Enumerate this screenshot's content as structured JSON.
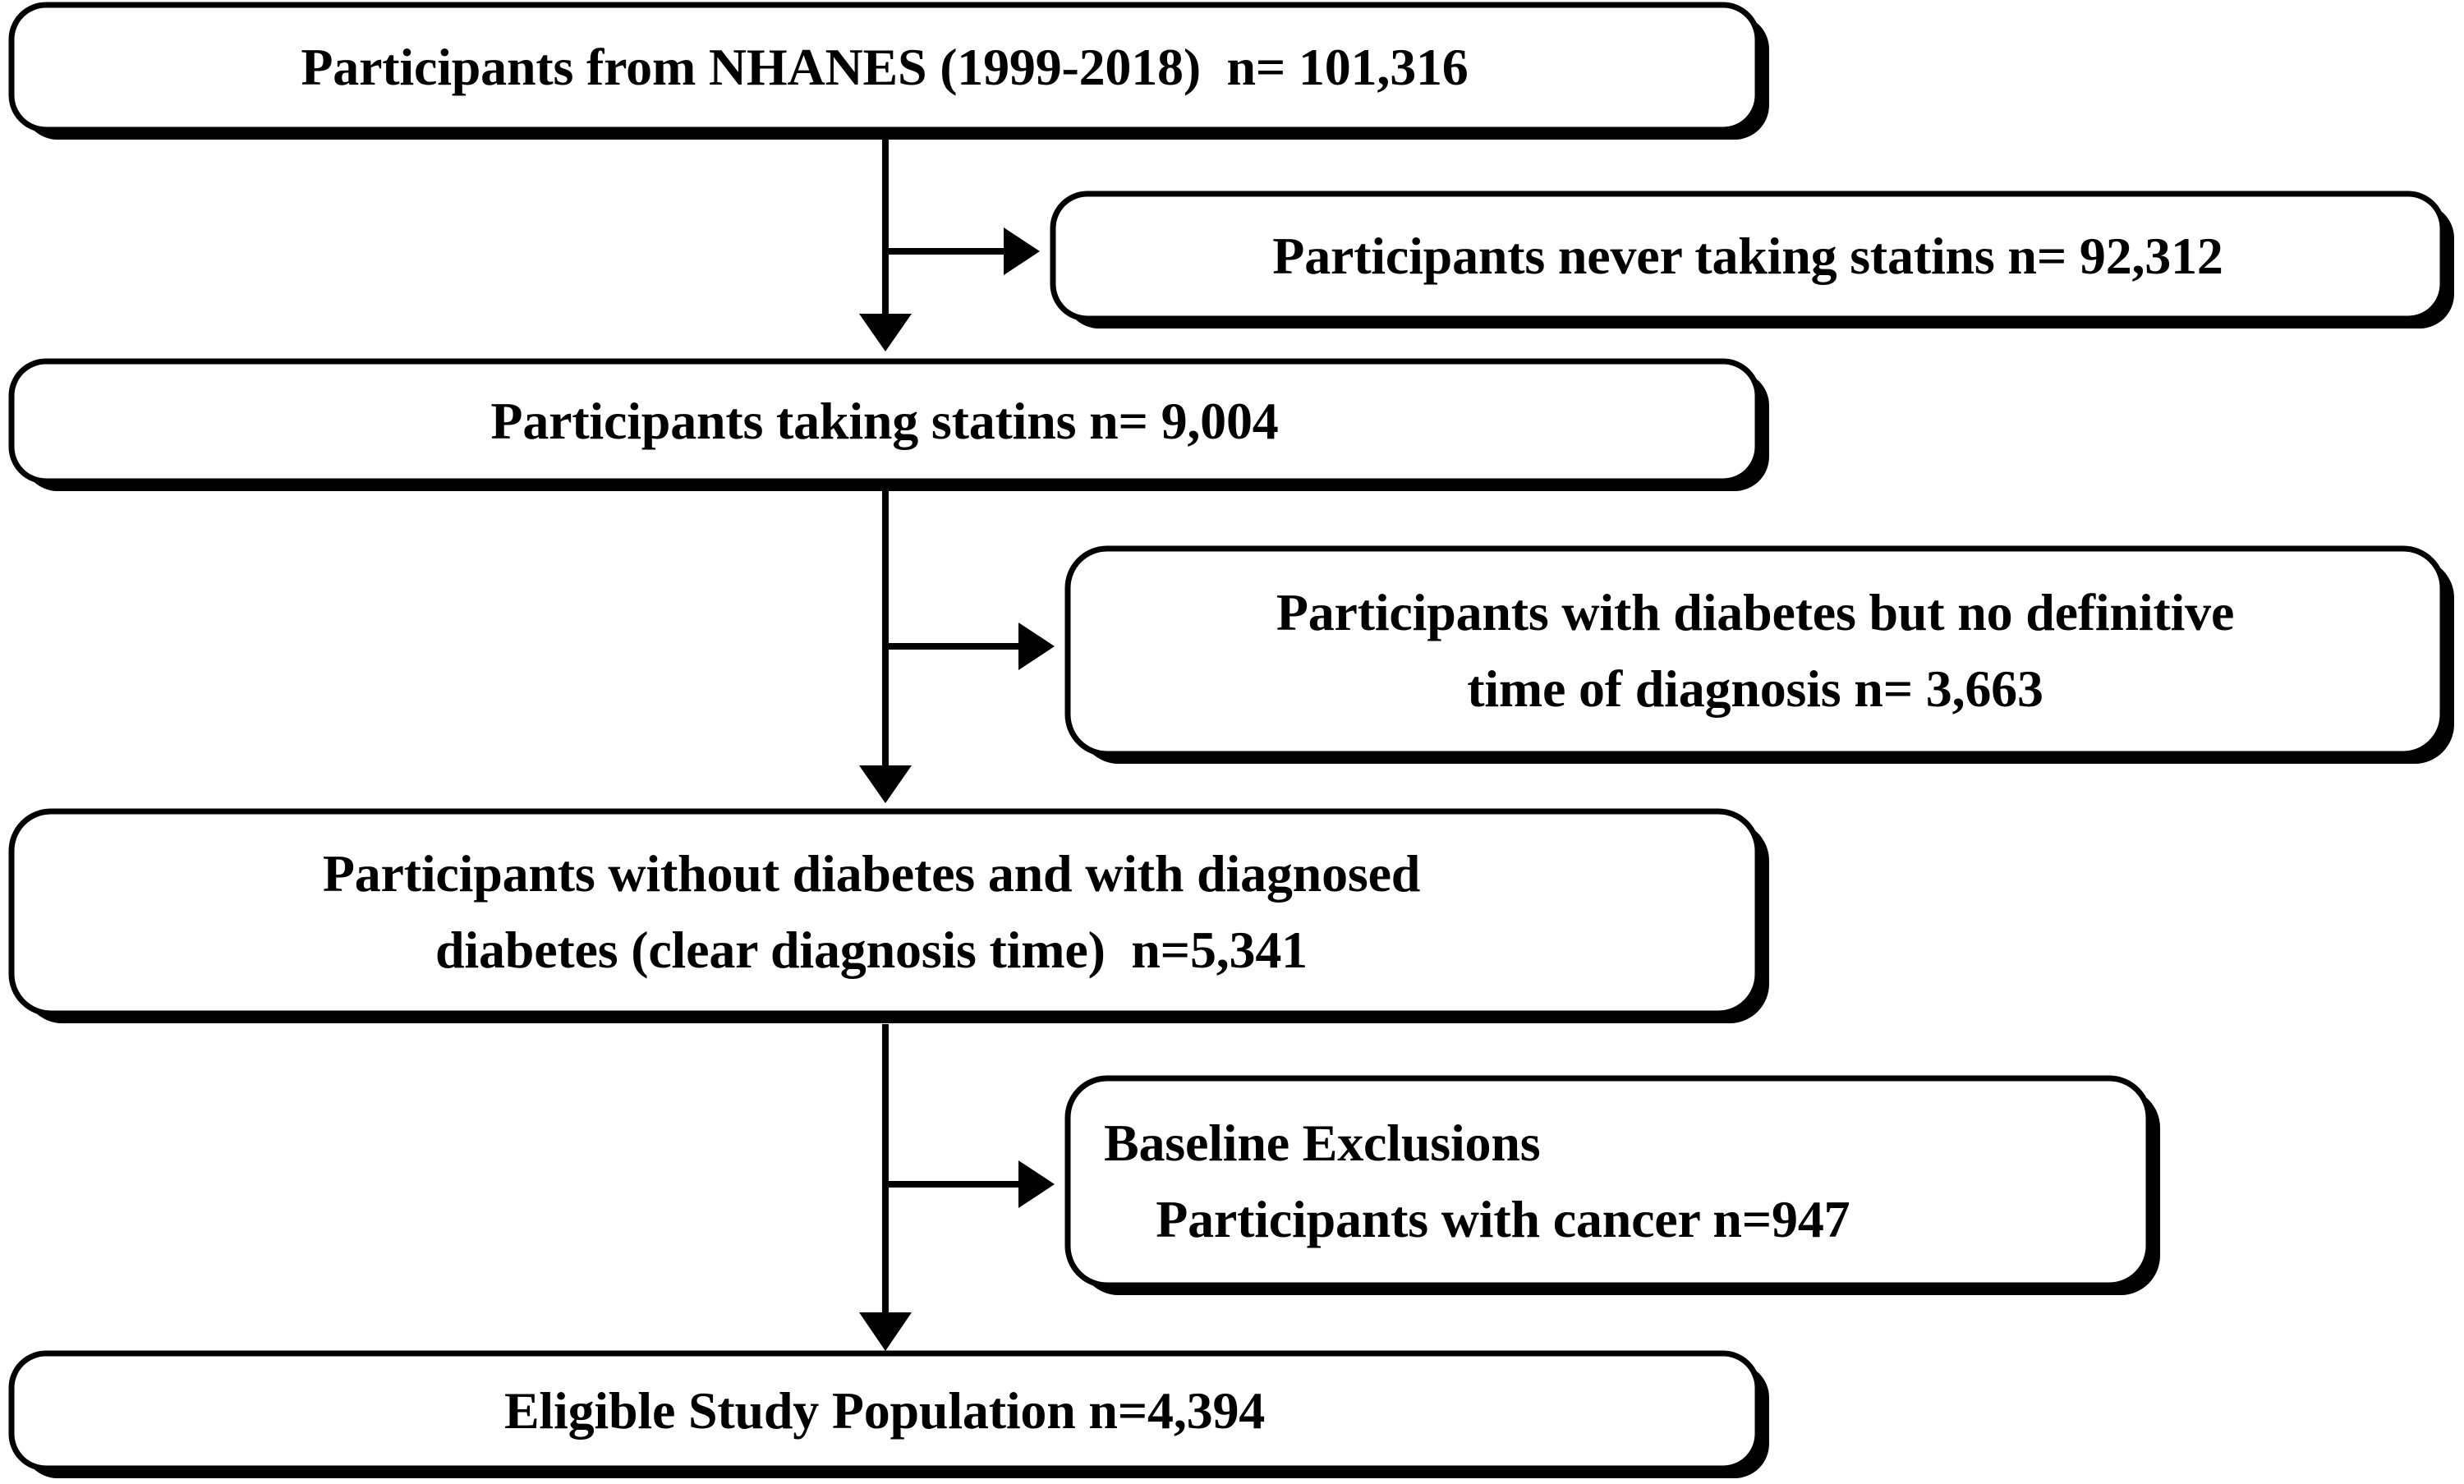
{
  "figure": {
    "type": "flowchart",
    "orientation": "top-to-bottom",
    "description": "Participant selection flow diagram for a NHANES statin and diabetes study",
    "background_color": "#ffffff",
    "line_color": "#000000",
    "text_color": "#000000"
  },
  "nodes": {
    "n1": {
      "id": "n1",
      "role": "source-population",
      "align": "center",
      "lines": [
        "Participants from NHANES (1999-2018)  n= 101,316"
      ],
      "count": "101,316"
    },
    "n2": {
      "id": "n2",
      "role": "exclusion",
      "align": "center",
      "lines": [
        "Participants never taking statins n= 92,312"
      ],
      "count": "92,312"
    },
    "n3": {
      "id": "n3",
      "role": "retained",
      "align": "center",
      "lines": [
        "Participants taking statins n= 9,004"
      ],
      "count": "9,004"
    },
    "n4": {
      "id": "n4",
      "role": "exclusion",
      "align": "center",
      "lines": [
        "Participants with diabetes but no definitive",
        "time of diagnosis n= 3,663"
      ],
      "count": "3,663"
    },
    "n5": {
      "id": "n5",
      "role": "retained",
      "align": "center",
      "lines": [
        "Participants without diabetes and with diagnosed",
        "diabetes (clear diagnosis time)  n=5,341"
      ],
      "count": "5,341"
    },
    "n6": {
      "id": "n6",
      "role": "exclusion",
      "align": "left",
      "lines": [
        "Baseline Exclusions",
        "    Participants with cancer n=947"
      ],
      "count": "947"
    },
    "n7": {
      "id": "n7",
      "role": "final-population",
      "align": "center",
      "lines": [
        "Eligible Study Population n=4,394"
      ],
      "count": "4,394"
    }
  },
  "edges": [
    {
      "id": "e1",
      "from": "n1",
      "to": "n3",
      "kind": "vertical-arrow"
    },
    {
      "id": "e2",
      "from": "n1",
      "to": "n2",
      "kind": "branch-arrow-right"
    },
    {
      "id": "e3",
      "from": "n3",
      "to": "n5",
      "kind": "vertical-arrow"
    },
    {
      "id": "e4",
      "from": "n3",
      "to": "n4",
      "kind": "branch-arrow-right"
    },
    {
      "id": "e5",
      "from": "n5",
      "to": "n7",
      "kind": "vertical-arrow"
    },
    {
      "id": "e6",
      "from": "n5",
      "to": "n6",
      "kind": "branch-arrow-right"
    }
  ]
}
